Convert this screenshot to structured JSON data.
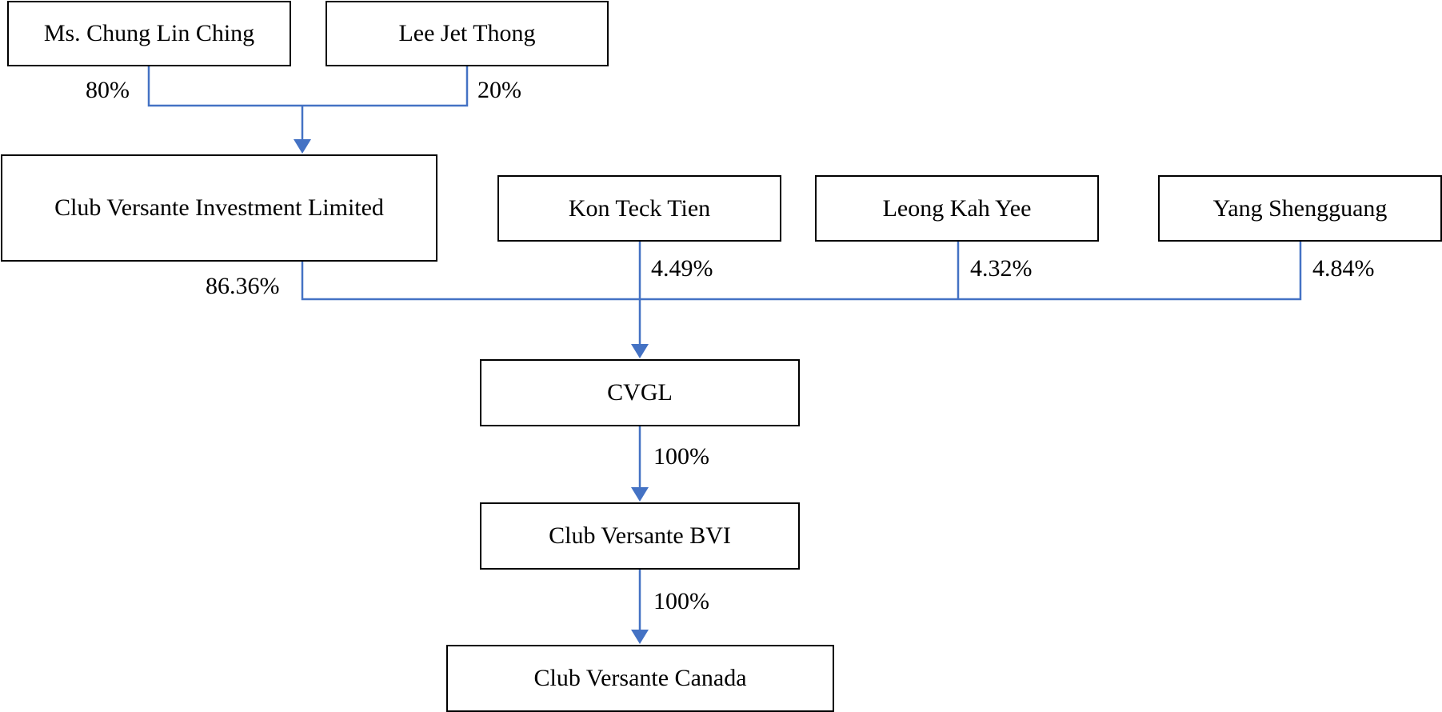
{
  "colors": {
    "connector": "#4472c4",
    "box_border": "#000000",
    "text": "#000000"
  },
  "entities": {
    "chung": "Ms. Chung Lin Ching",
    "lee": "Lee Jet Thong",
    "cvil": "Club Versante Investment Limited",
    "kon": "Kon Teck Tien",
    "leong": "Leong Kah Yee",
    "yang": "Yang Shengguang",
    "cvgl": "CVGL",
    "bvi": "Club Versante BVI",
    "canada": "Club Versante Canada"
  },
  "ownership": {
    "chung_to_cvil": "80%",
    "lee_to_cvil": "20%",
    "cvil_to_cvgl": "86.36%",
    "kon_to_cvgl": "4.49%",
    "leong_to_cvgl": "4.32%",
    "yang_to_cvgl": "4.84%",
    "cvgl_to_bvi": "100%",
    "bvi_to_canada": "100%"
  }
}
